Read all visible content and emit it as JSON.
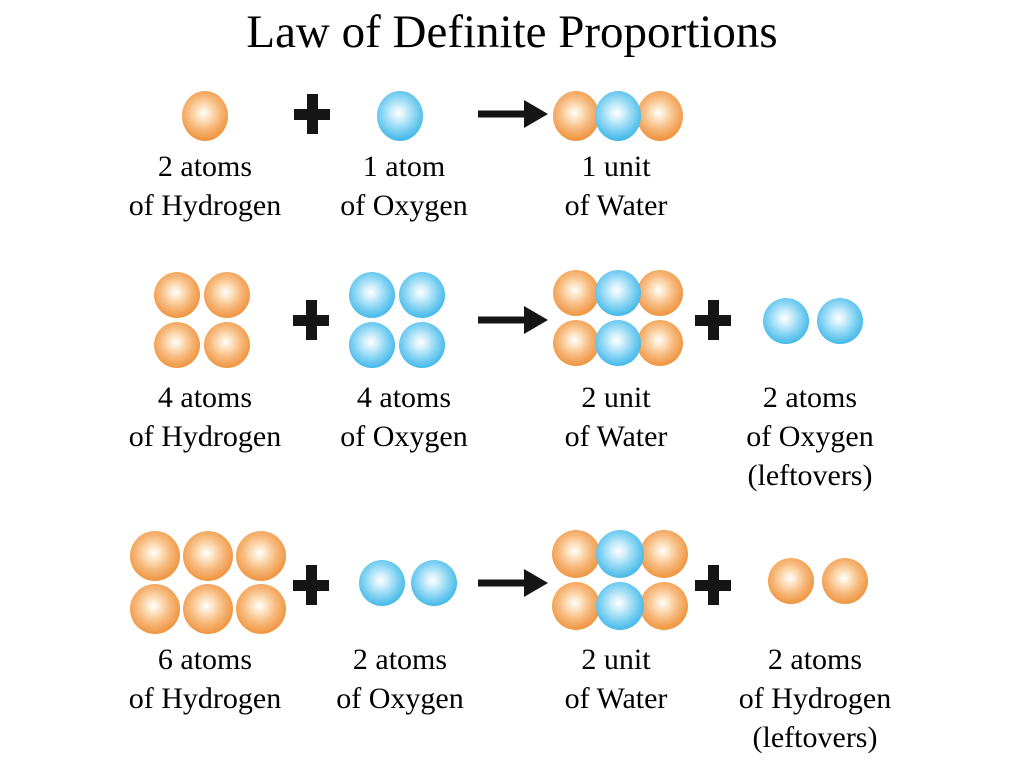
{
  "title": "Law of Definite Proportions",
  "colors": {
    "hydrogen_orange": "#ED8A2F",
    "oxygen_blue": "#29ABE2",
    "text": "#000000",
    "background": "#FFFFFF"
  },
  "operators": {
    "plus": "+",
    "arrow": "right-arrow"
  },
  "rows": [
    {
      "cells": [
        {
          "element": "hydrogen",
          "atom_count": 1,
          "label1": "2 atoms",
          "label2": "of Hydrogen"
        },
        {
          "element": "oxygen",
          "atom_count": 1,
          "label1": "1 atom",
          "label2": "of Oxygen"
        },
        {
          "element": "water",
          "unit_count": 1,
          "label1": "1 unit",
          "label2": "of Water"
        }
      ]
    },
    {
      "cells": [
        {
          "element": "hydrogen",
          "atom_count": 4,
          "label1": "4 atoms",
          "label2": "of Hydrogen"
        },
        {
          "element": "oxygen",
          "atom_count": 4,
          "label1": "4 atoms",
          "label2": "of Oxygen"
        },
        {
          "element": "water",
          "unit_count": 2,
          "label1": "2 unit",
          "label2": "of Water"
        },
        {
          "element": "oxygen",
          "atom_count": 2,
          "label1": "2 atoms",
          "label2": "of Oxygen",
          "label3": "(leftovers)"
        }
      ]
    },
    {
      "cells": [
        {
          "element": "hydrogen",
          "atom_count": 6,
          "label1": "6 atoms",
          "label2": "of Hydrogen"
        },
        {
          "element": "oxygen",
          "atom_count": 2,
          "label1": "2 atoms",
          "label2": "of Oxygen"
        },
        {
          "element": "water",
          "unit_count": 2,
          "label1": "2 unit",
          "label2": "of Water"
        },
        {
          "element": "hydrogen",
          "atom_count": 2,
          "label1": "2 atoms",
          "label2": "of Hydrogen",
          "label3": "(leftovers)"
        }
      ]
    }
  ]
}
